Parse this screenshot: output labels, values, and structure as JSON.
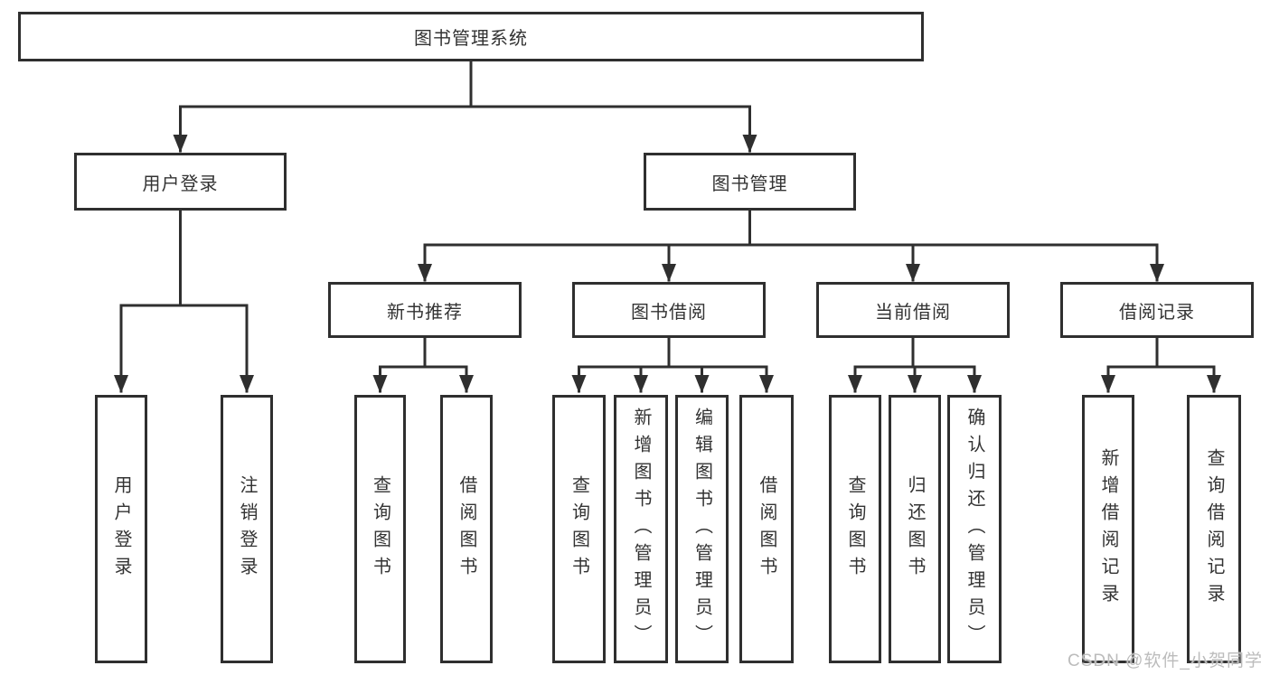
{
  "diagram_type": "hierarchy-tree",
  "colors": {
    "line": "#2f2f2f",
    "box_border": "#2f2f2f",
    "box_background": "#ffffff",
    "text": "#333333",
    "watermark": "#bcbcbc"
  },
  "watermark": {
    "text": "CSDN @软件_小贺同学"
  },
  "tree": {
    "label": "图书管理系统",
    "children": [
      {
        "label": "用户登录",
        "children": [
          {
            "label": "用户登录"
          },
          {
            "label": "注销登录"
          }
        ]
      },
      {
        "label": "图书管理",
        "children": [
          {
            "label": "新书推荐",
            "children": [
              {
                "label": "查询图书"
              },
              {
                "label": "借阅图书"
              }
            ]
          },
          {
            "label": "图书借阅",
            "children": [
              {
                "label": "查询图书"
              },
              {
                "label": "新增图书（管理员）"
              },
              {
                "label": "编辑图书（管理员）"
              },
              {
                "label": "借阅图书"
              }
            ]
          },
          {
            "label": "当前借阅",
            "children": [
              {
                "label": "查询图书"
              },
              {
                "label": "归还图书"
              },
              {
                "label": "确认归还（管理员）"
              }
            ]
          },
          {
            "label": "借阅记录",
            "children": [
              {
                "label": "新增借阅记录"
              },
              {
                "label": "查询借阅记录"
              }
            ]
          }
        ]
      }
    ]
  }
}
